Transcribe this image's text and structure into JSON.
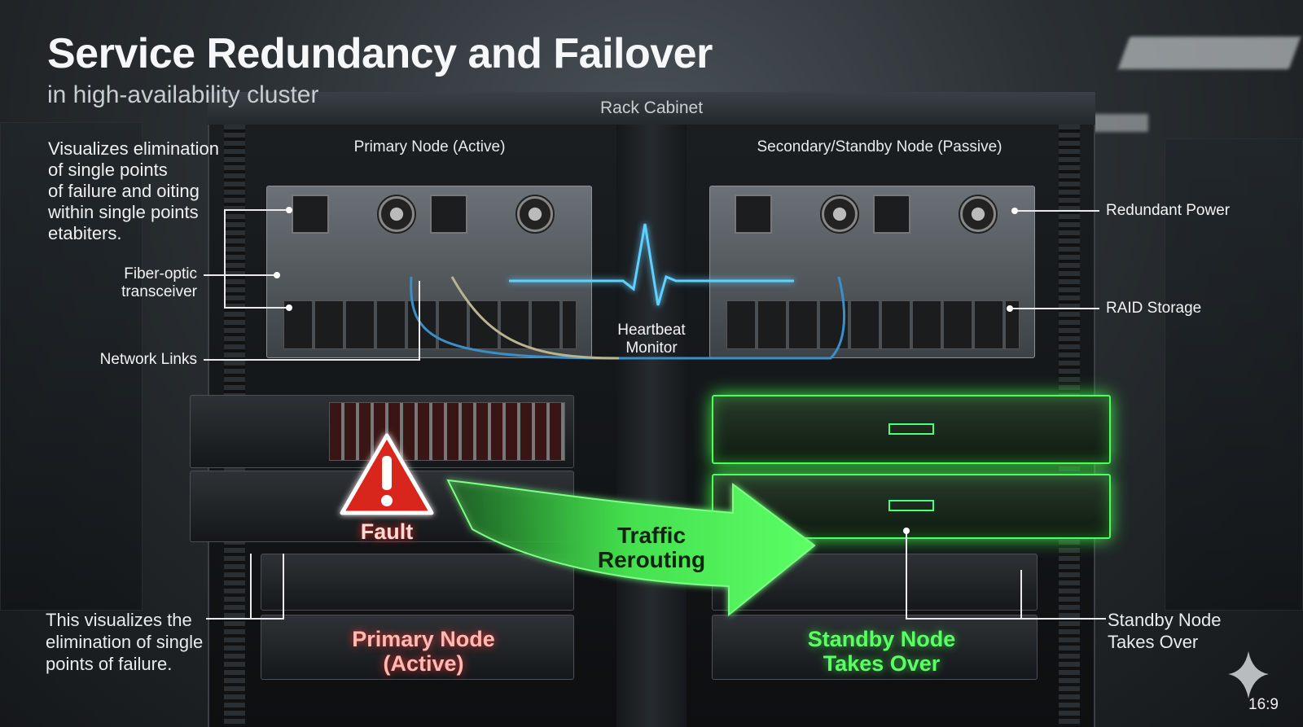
{
  "title": "Service Redundancy and Failover",
  "subtitle": "in high-availability cluster",
  "rack_label": "Rack Cabinet",
  "primary_header": "Primary Node (Active)",
  "secondary_header": "Secondary/Standby Node (Passive)",
  "left_description": [
    "Visualizes elimination",
    "of single points",
    "of failure and oiting",
    "within single points",
    "etabiters."
  ],
  "callouts": {
    "fiber_optic": [
      "Fiber-optic",
      "transceiver"
    ],
    "network_links": "Network Links",
    "redundant_power": "Redundant Power",
    "raid_storage": "RAID Storage",
    "standby_takes_over": [
      "Standby Node",
      "Takes Over"
    ]
  },
  "heartbeat": [
    "Heartbeat",
    "Monitor"
  ],
  "fault": "Fault",
  "traffic": [
    "Traffic",
    "Rerouting"
  ],
  "primary_bottom": [
    "Primary Node",
    "(Active)"
  ],
  "standby_bottom": [
    "Standby Node",
    "Takes Over"
  ],
  "bottom_description": [
    "This visualizes the",
    "elimination of single",
    "points of failure."
  ],
  "aspect_badge": "16:9",
  "colors": {
    "fault": "#e0302a",
    "green": "#4dff5a",
    "heartbeat": "#4fc8ff"
  }
}
